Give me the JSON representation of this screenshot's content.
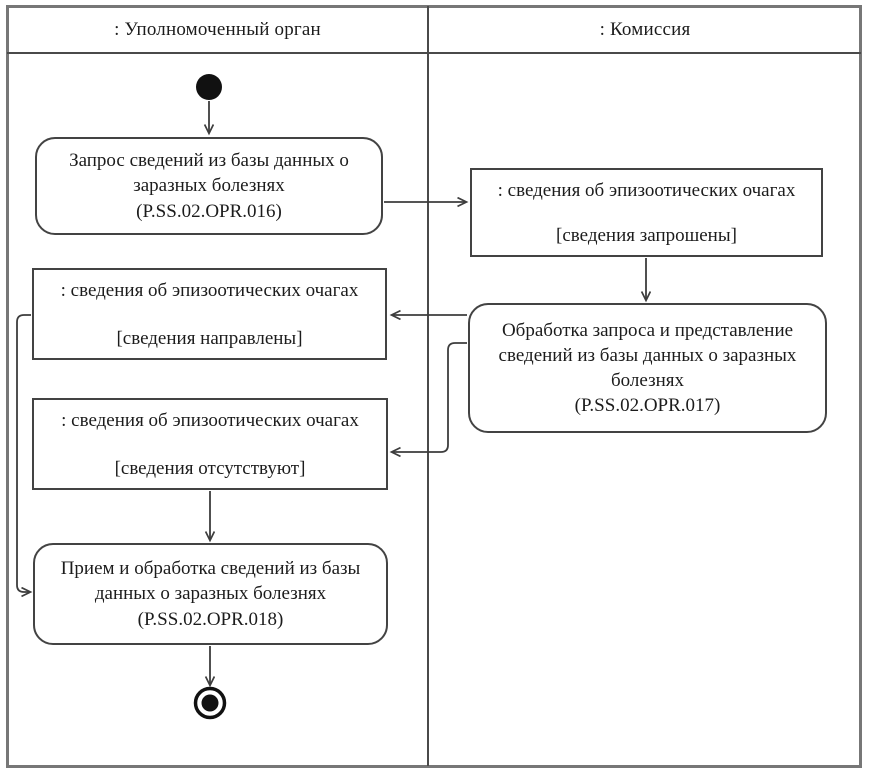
{
  "diagram": {
    "type": "uml-activity-swimlane-diagram",
    "lanes": [
      {
        "label": ": Уполномоченный орган"
      },
      {
        "label": ": Комиссия"
      }
    ],
    "nodes": {
      "start": {
        "kind": "initial-node"
      },
      "activity_request": {
        "lane": ": Уполномоченный орган",
        "name": "Запрос сведений из базы данных о заразных болезнях",
        "code": "(P.SS.02.OPR.016)"
      },
      "object_requested": {
        "lane": ": Комиссия",
        "object": ": сведения об эпизоотических очагах",
        "state": "[сведения запрошены]"
      },
      "object_sent": {
        "lane": ": Уполномоченный орган",
        "object": ": сведения об эпизоотических очагах",
        "state": "[сведения направлены]"
      },
      "activity_process": {
        "lane": ": Комиссия",
        "name": "Обработка запроса и представление сведений из базы данных о заразных болезнях",
        "code": "(P.SS.02.OPR.017)"
      },
      "object_absent": {
        "lane": ": Уполномоченный орган",
        "object": ": сведения об эпизоотических очагах",
        "state": "[сведения отсутствуют]"
      },
      "activity_receive": {
        "lane": ": Уполномоченный орган",
        "name": "Прием и обработка сведений из базы данных о заразных болезнях",
        "code": "(P.SS.02.OPR.018)"
      },
      "final": {
        "kind": "final-node"
      }
    },
    "colors": {
      "frame": "#777777",
      "lane_line": "#4a4a4a",
      "box_border": "#434343",
      "connector": "#3d3d3d",
      "node_fill": "#111111",
      "text": "#1c1c1c",
      "background": "#ffffff"
    }
  }
}
